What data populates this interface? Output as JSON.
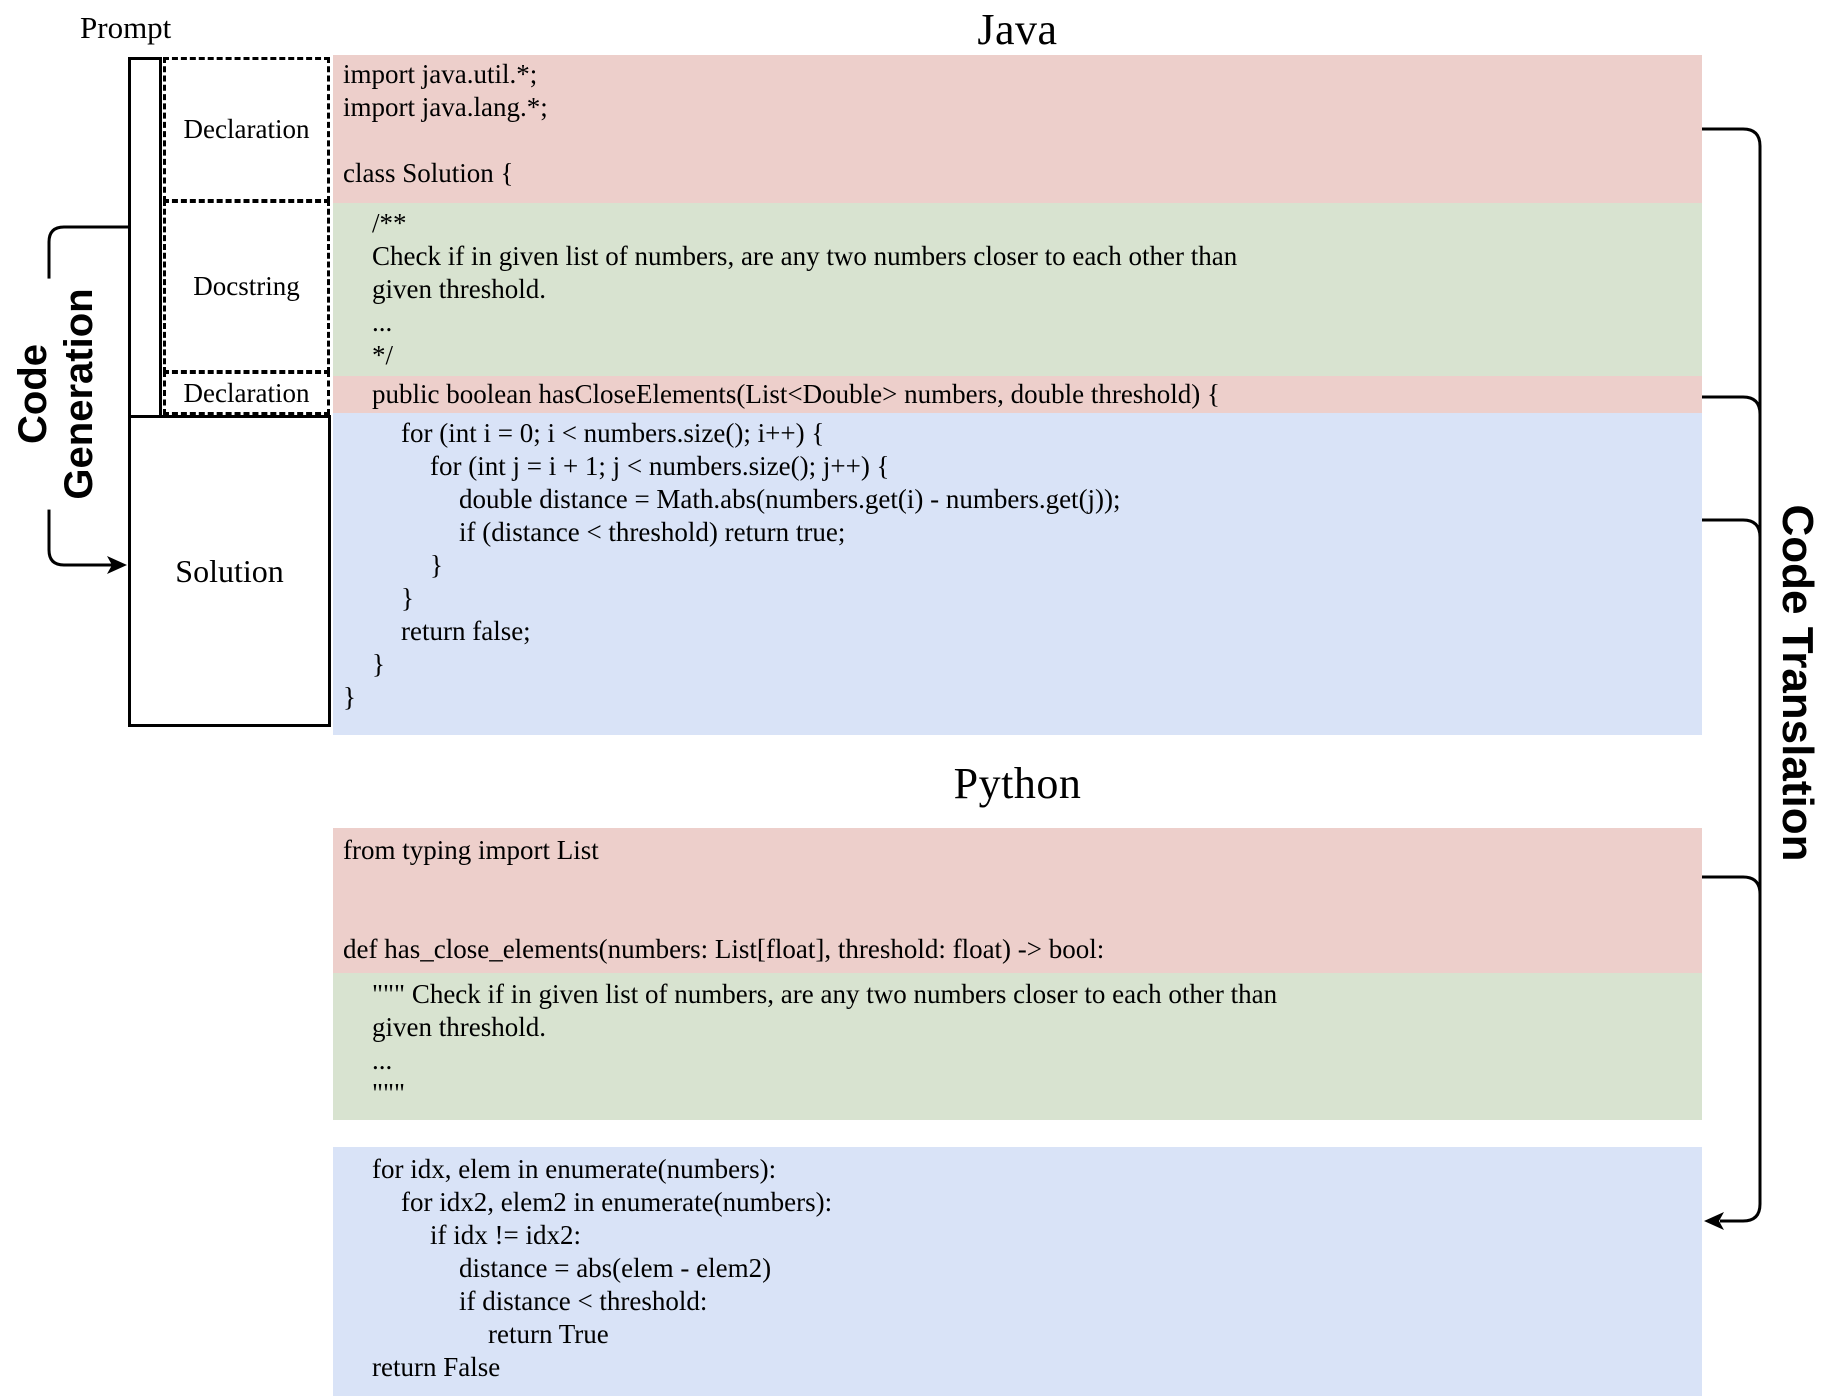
{
  "titles": {
    "java": "Java",
    "python": "Python"
  },
  "left_panel": {
    "prompt_label": "Prompt",
    "declaration_top_label": "Declaration",
    "docstring_label": "Docstring",
    "declaration_mid_label": "Declaration",
    "solution_label": "Solution",
    "generation_label": "Code Generation"
  },
  "right_panel": {
    "translation_label": "Code Translation"
  },
  "colors": {
    "declaration_bg": "#edcfcb",
    "docstring_bg": "#d8e3d0",
    "solution_bg": "#d9e3f7",
    "line_color": "#000000"
  },
  "java_code": {
    "declaration": [
      {
        "i": 0,
        "t": "import java.util.*;"
      },
      {
        "i": 0,
        "t": "import java.lang.*;"
      },
      {
        "i": 0,
        "t": ""
      },
      {
        "i": 0,
        "t": "class Solution {"
      }
    ],
    "docstring": [
      {
        "i": 1,
        "t": "/**"
      },
      {
        "i": 1,
        "t": "Check if in given list of numbers, are any two numbers closer to each other than"
      },
      {
        "i": 1,
        "t": "given threshold."
      },
      {
        "i": 1,
        "t": "..."
      },
      {
        "i": 1,
        "t": "*/"
      }
    ],
    "declaration2": [
      {
        "i": 1,
        "t": "public boolean hasCloseElements(List<Double> numbers, double threshold) {"
      }
    ],
    "solution": [
      {
        "i": 2,
        "t": "for (int i = 0; i < numbers.size(); i++) {"
      },
      {
        "i": 3,
        "t": "for (int j = i + 1; j < numbers.size(); j++) {"
      },
      {
        "i": 4,
        "t": "double distance = Math.abs(numbers.get(i) - numbers.get(j));"
      },
      {
        "i": 4,
        "t": "if (distance < threshold) return true;"
      },
      {
        "i": 3,
        "t": "}"
      },
      {
        "i": 2,
        "t": "}"
      },
      {
        "i": 2,
        "t": "return false;"
      },
      {
        "i": 1,
        "t": "}"
      },
      {
        "i": 0,
        "t": "}"
      }
    ]
  },
  "python_code": {
    "declaration": [
      {
        "i": 0,
        "t": "from typing import List"
      },
      {
        "i": 0,
        "t": ""
      },
      {
        "i": 0,
        "t": ""
      },
      {
        "i": 0,
        "t": "def has_close_elements(numbers: List[float], threshold: float) -> bool:"
      }
    ],
    "docstring": [
      {
        "i": 1,
        "t": "\"\"\" Check if in given list of numbers, are any two numbers closer to each other than"
      },
      {
        "i": 1,
        "t": "given threshold."
      },
      {
        "i": 1,
        "t": "..."
      },
      {
        "i": 1,
        "t": "\"\"\""
      }
    ],
    "solution": [
      {
        "i": 1,
        "t": "for idx, elem in enumerate(numbers):"
      },
      {
        "i": 2,
        "t": "for idx2, elem2 in enumerate(numbers):"
      },
      {
        "i": 3,
        "t": "if idx != idx2:"
      },
      {
        "i": 4,
        "t": "distance = abs(elem - elem2)"
      },
      {
        "i": 4,
        "t": "if distance < threshold:"
      },
      {
        "i": 5,
        "t": "return True"
      },
      {
        "i": 1,
        "t": "return False"
      }
    ]
  }
}
